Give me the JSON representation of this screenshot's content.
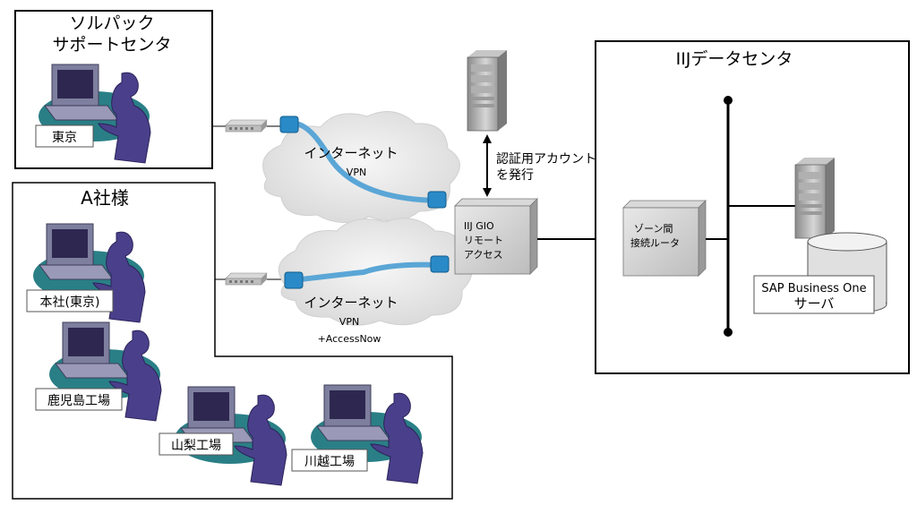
{
  "solpac": {
    "title_line1": "ソルパック",
    "title_line2": "サポートセンタ",
    "site": "東京"
  },
  "client": {
    "title": "A社様",
    "sites": [
      "本社(東京)",
      "鹿児島工場",
      "山梨工場",
      "川越工場"
    ]
  },
  "iij_dc": {
    "title": "IIJデータセンタ",
    "zone_router_line1": "ゾーン間",
    "zone_router_line2": "接続ルータ",
    "server_label_line1": "SAP Business One",
    "server_label_line2": "サーバ"
  },
  "internet_top": {
    "label": "インターネット",
    "sub": "VPN"
  },
  "internet_bottom": {
    "label": "インターネット",
    "sub1": "VPN",
    "sub2": "+AccessNow"
  },
  "remote_access": {
    "line1": "IIJ GIO",
    "line2": "リモート",
    "line3": "アクセス"
  },
  "auth_note": {
    "line1": "認証用アカウント",
    "line2": "を発行"
  },
  "colors": {
    "cloud": "#e6e6e6",
    "tube": "#5aa6d6",
    "tube_end": "#2a8ac8",
    "desk": "#2a7f86",
    "person": "#4a3f8a"
  }
}
